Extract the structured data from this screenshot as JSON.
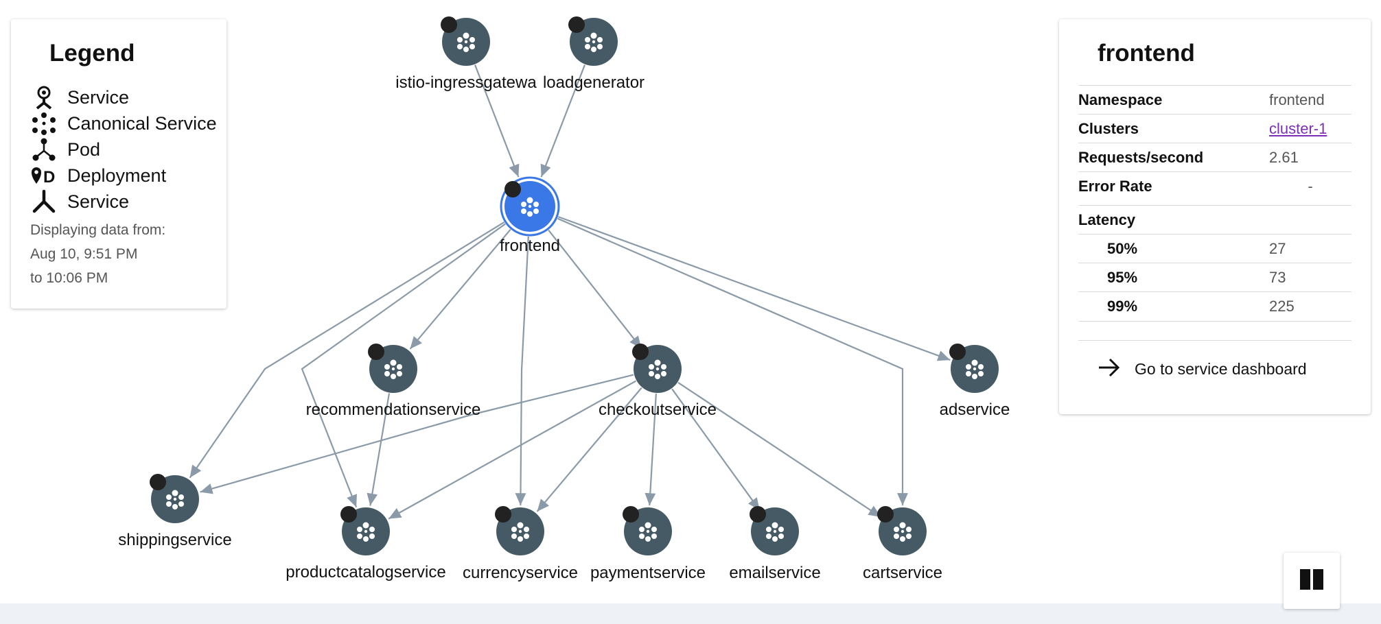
{
  "legend": {
    "title": "Legend",
    "items": [
      {
        "icon": "service-pin-icon",
        "label": "Service"
      },
      {
        "icon": "canonical-service-icon",
        "label": "Canonical Service"
      },
      {
        "icon": "pod-icon",
        "label": "Pod"
      },
      {
        "icon": "deployment-icon",
        "label": "Deployment"
      },
      {
        "icon": "service-icon",
        "label": "Service"
      }
    ],
    "note_line1": "Displaying data from:",
    "note_line2": "Aug 10, 9:51 PM",
    "note_line3": "to 10:06 PM"
  },
  "graph": {
    "selected_node": "frontend",
    "colors": {
      "node": "#455a64",
      "selected_node": "#3b78e7",
      "edge": "#8a9aa8",
      "badge": "#222222"
    },
    "nodes": [
      {
        "id": "istio-ingressgateway",
        "label": "istio-ingressgatewa"
      },
      {
        "id": "loadgenerator",
        "label": "loadgenerator"
      },
      {
        "id": "frontend",
        "label": "frontend"
      },
      {
        "id": "recommendationservice",
        "label": "recommendationservice"
      },
      {
        "id": "checkoutservice",
        "label": "checkoutservice"
      },
      {
        "id": "adservice",
        "label": "adservice"
      },
      {
        "id": "shippingservice",
        "label": "shippingservice"
      },
      {
        "id": "productcatalogservice",
        "label": "productcatalogservice"
      },
      {
        "id": "currencyservice",
        "label": "currencyservice"
      },
      {
        "id": "paymentservice",
        "label": "paymentservice"
      },
      {
        "id": "emailservice",
        "label": "emailservice"
      },
      {
        "id": "cartservice",
        "label": "cartservice"
      }
    ],
    "edges": [
      {
        "from": "istio-ingressgateway",
        "to": "frontend"
      },
      {
        "from": "loadgenerator",
        "to": "frontend"
      },
      {
        "from": "frontend",
        "to": "shippingservice"
      },
      {
        "from": "frontend",
        "to": "productcatalogservice"
      },
      {
        "from": "frontend",
        "to": "recommendationservice"
      },
      {
        "from": "frontend",
        "to": "currencyservice"
      },
      {
        "from": "frontend",
        "to": "checkoutservice"
      },
      {
        "from": "frontend",
        "to": "adservice"
      },
      {
        "from": "frontend",
        "to": "cartservice"
      },
      {
        "from": "recommendationservice",
        "to": "productcatalogservice"
      },
      {
        "from": "checkoutservice",
        "to": "shippingservice"
      },
      {
        "from": "checkoutservice",
        "to": "productcatalogservice"
      },
      {
        "from": "checkoutservice",
        "to": "currencyservice"
      },
      {
        "from": "checkoutservice",
        "to": "paymentservice"
      },
      {
        "from": "checkoutservice",
        "to": "emailservice"
      },
      {
        "from": "checkoutservice",
        "to": "cartservice"
      }
    ]
  },
  "details": {
    "title": "frontend",
    "rows": [
      {
        "key": "Namespace",
        "value": "frontend"
      },
      {
        "key": "Clusters",
        "value": "cluster-1"
      },
      {
        "key": "Requests/second",
        "value": "2.61"
      },
      {
        "key": "Error Rate",
        "value": "-"
      }
    ],
    "latency_label": "Latency",
    "latency": [
      {
        "key": "50%",
        "value": "27"
      },
      {
        "key": "95%",
        "value": "73"
      },
      {
        "key": "99%",
        "value": "225"
      }
    ],
    "dashboard_link": "Go to service dashboard"
  },
  "controls": {
    "pause_icon": "pause-icon"
  }
}
